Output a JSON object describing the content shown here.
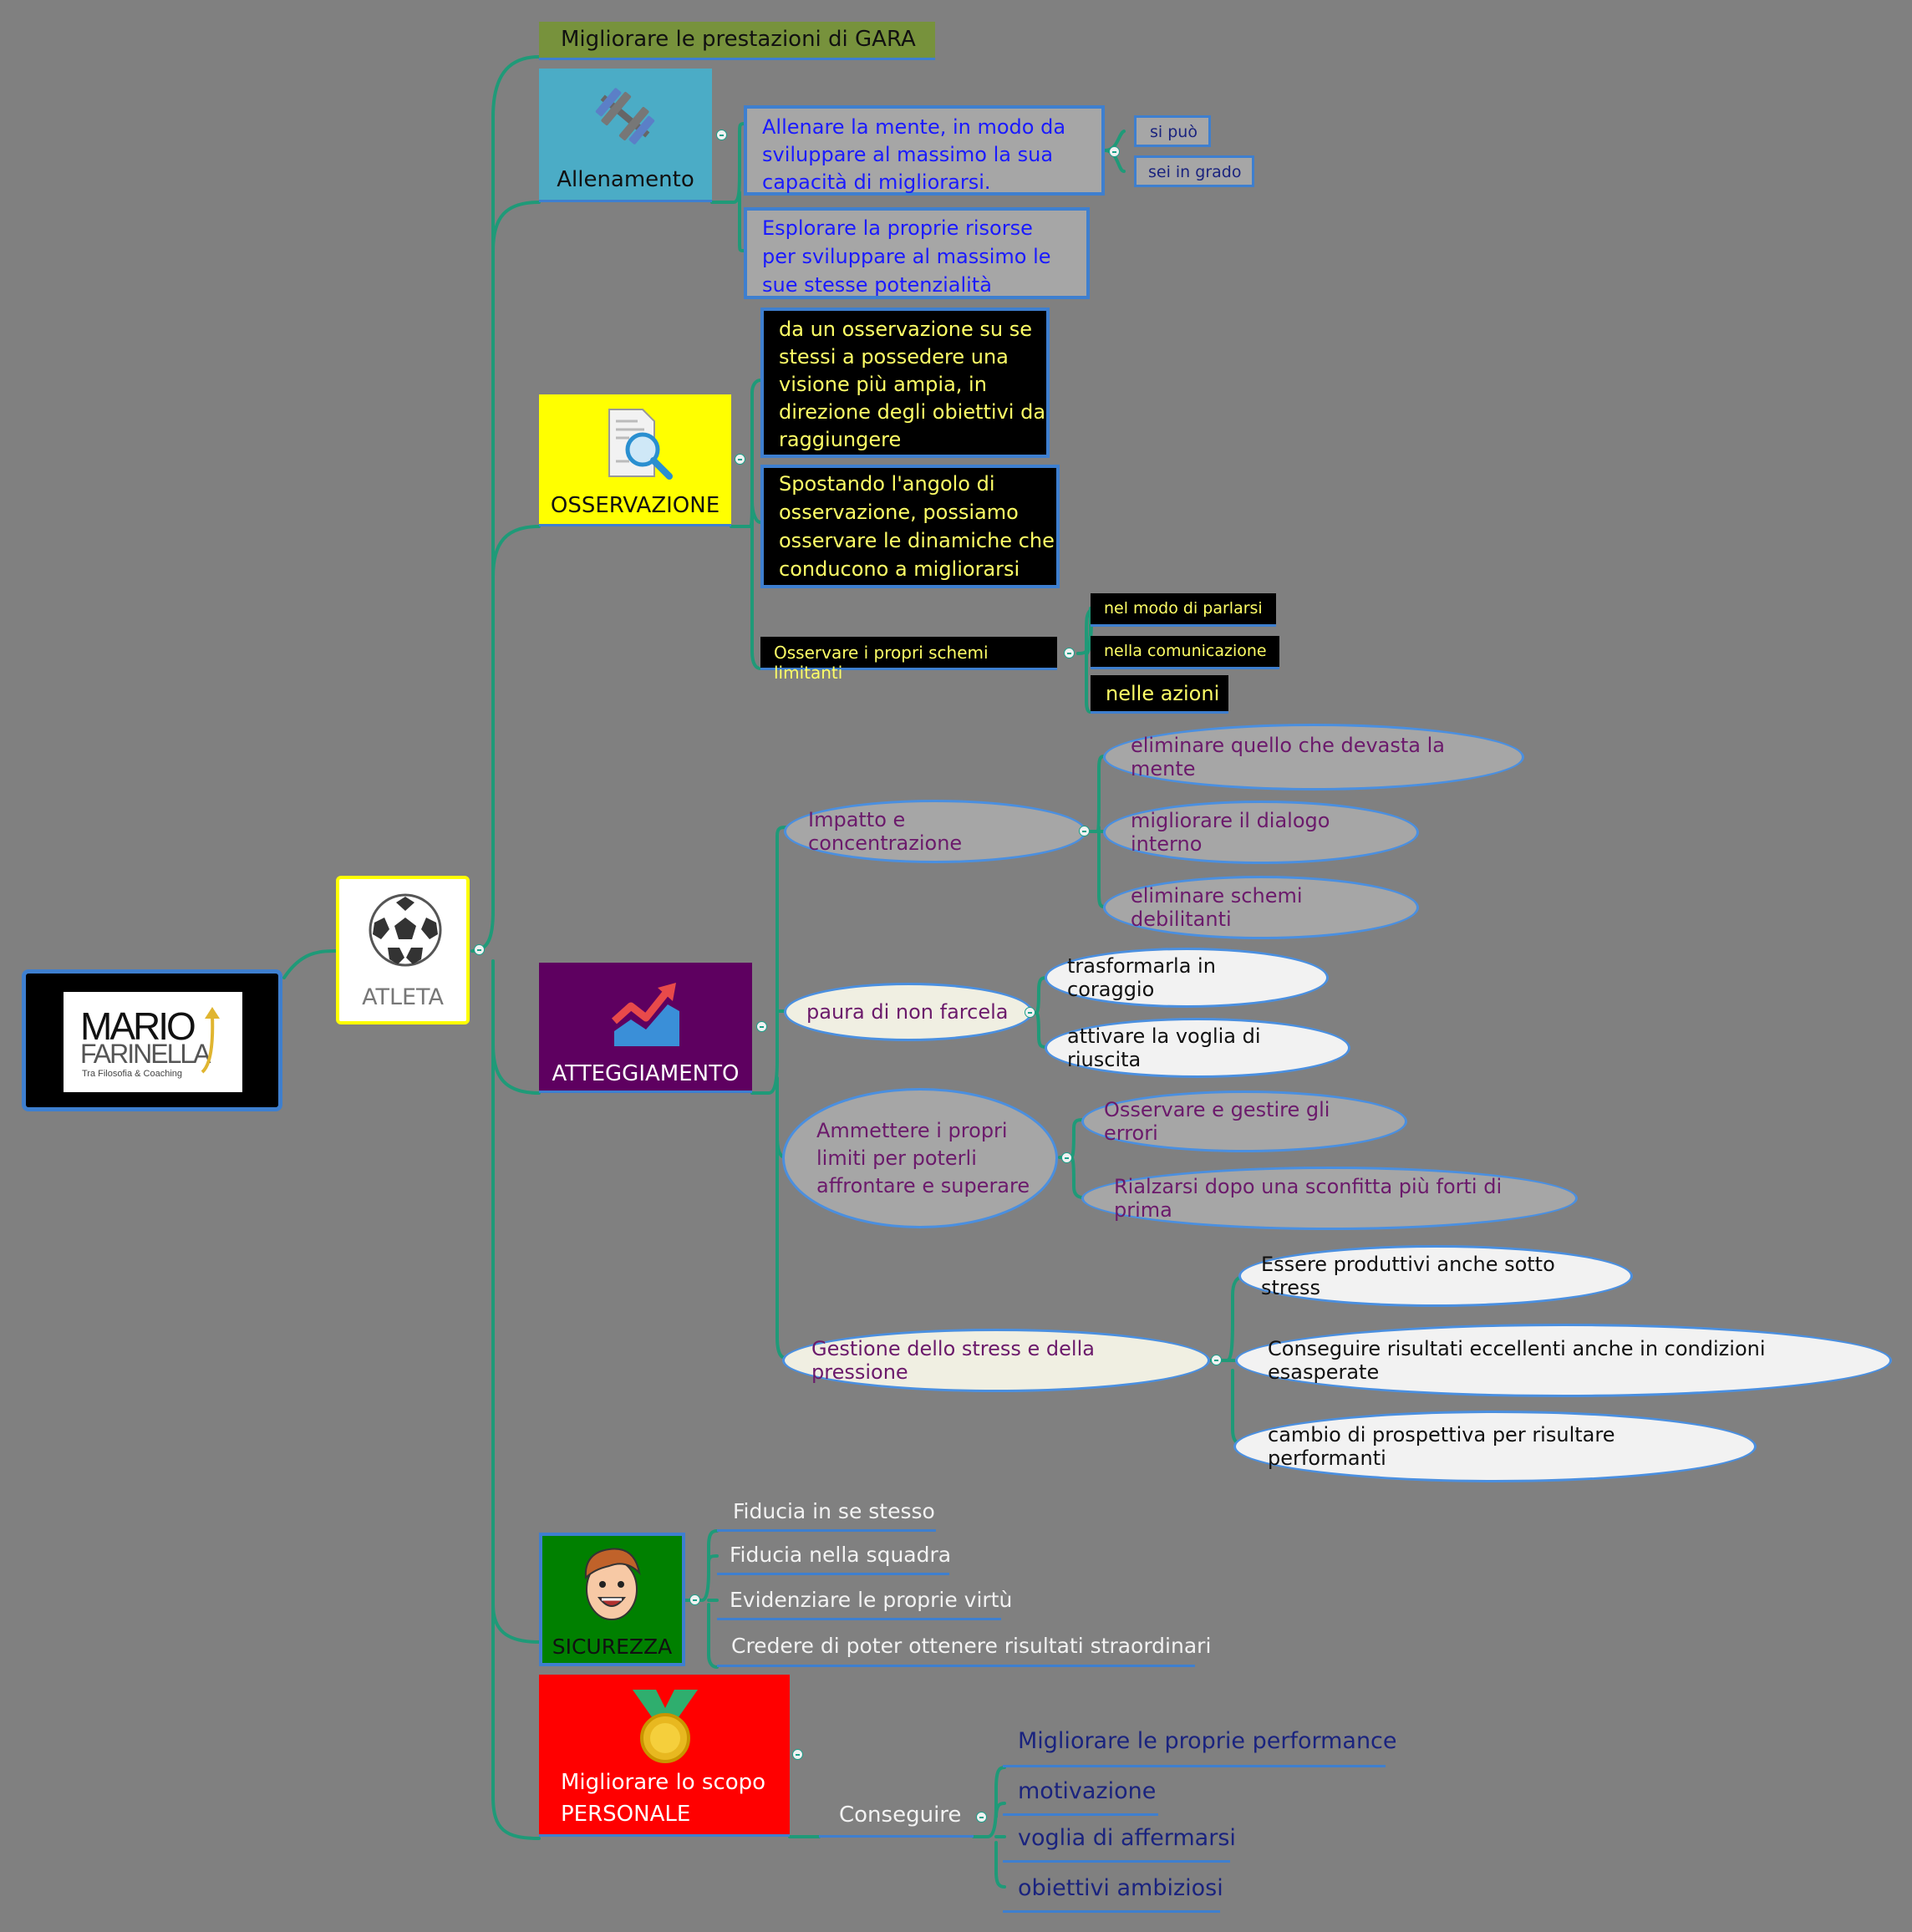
{
  "root": {
    "logo_line1": "MARIO",
    "logo_line2": "FARINELLA",
    "logo_tagline": "Tra Filosofia & Coaching"
  },
  "center": {
    "label": "ATLETA",
    "icon": "soccer-ball-icon"
  },
  "branches": {
    "gara": {
      "label": "Migliorare le prestazioni di GARA",
      "color": "#77923c"
    },
    "allenamento": {
      "label": "Allenamento",
      "icon": "dumbbell-icon",
      "color": "#4bacc6",
      "children": [
        "Allenare la mente, in modo da\n sviluppare al massimo la sua\ncapacità di migliorarsi.",
        "Esplorare la proprie risorse\n per sviluppare al massimo le\nsue stesse potenzialità"
      ],
      "sub": [
        "si può",
        "sei in grado"
      ]
    },
    "osservazione": {
      "label": "OSSERVAZIONE",
      "icon": "document-search-icon",
      "color": "#ffff00",
      "children": [
        "da un osservazione su se\nstessi a possedere una\nvisione più ampia, in\ndirezione degli obiettivi da\nraggiungere",
        "Spostando l'angolo di\nosservazione, possiamo\nosservare le dinamiche che\nconducono a migliorarsi",
        "Osservare i propri schemi limitanti"
      ],
      "schemi": [
        "nel modo di parlarsi",
        "nella comunicazione",
        "nelle azioni"
      ]
    },
    "atteggiamento": {
      "label": "ATTEGGIAMENTO",
      "icon": "trending-chart-icon",
      "color": "#5e0060",
      "groups": [
        {
          "label": "Impatto e concentrazione",
          "items": [
            "eliminare quello che devasta la mente",
            "migliorare il dialogo interno",
            "eliminare schemi debilitanti"
          ]
        },
        {
          "label": "paura di non farcela",
          "items": [
            "trasformarla in coraggio",
            "attivare la voglia di riuscita"
          ]
        },
        {
          "label": "Ammettere i propri\nlimiti per poterli\naffrontare e superare",
          "items": [
            "Osservare e gestire gli errori",
            "Rialzarsi dopo una sconfitta più forti di prima"
          ]
        },
        {
          "label": "Gestione dello stress e della pressione",
          "items": [
            "Essere produttivi anche sotto stress",
            "Conseguire risultati eccellenti anche in condizioni esasperate",
            "cambio di prospettiva per risultare performanti"
          ]
        }
      ]
    },
    "sicurezza": {
      "label": "SICUREZZA",
      "icon": "smiling-face-icon",
      "color": "#008000",
      "items": [
        "Fiducia in se stesso",
        "Fiducia nella squadra",
        "Evidenziare le proprie virtù",
        "Credere di poter ottenere risultati straordinari"
      ]
    },
    "scopo": {
      "label": "Migliorare lo scopo\nPERSONALE",
      "icon": "medal-icon",
      "color": "#ff0000",
      "child": "Conseguire",
      "items": [
        "Migliorare le proprie performance",
        "motivazione",
        "voglia di affermarsi",
        "obiettivi ambiziosi"
      ]
    }
  },
  "colors": {
    "connector": "#1f9a78",
    "ellipse_border": "#4a8fe0",
    "purple_text": "#6b1a6b",
    "navy_text": "#1a237e"
  }
}
